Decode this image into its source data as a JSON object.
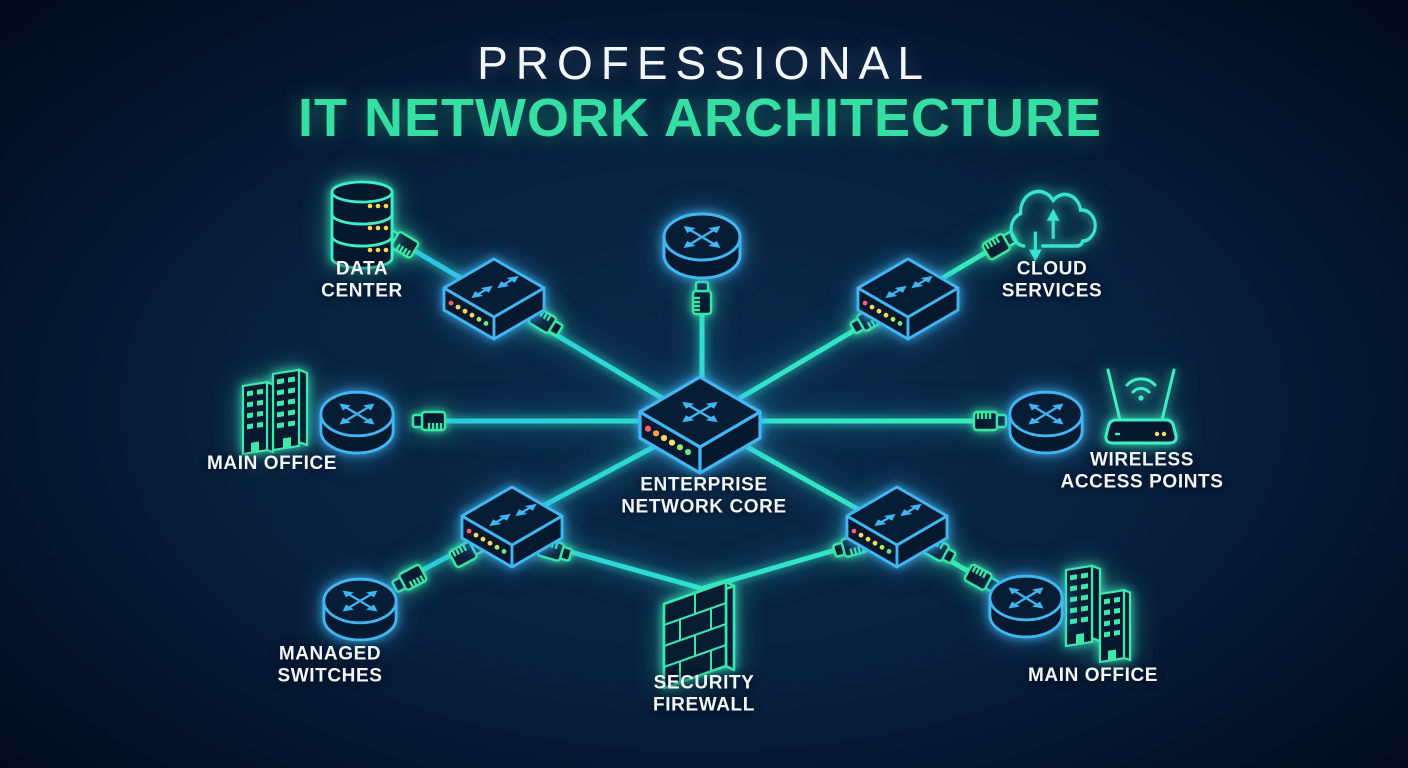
{
  "title": {
    "line1": "PROFESSIONAL",
    "line2": "IT NETWORK ARCHITECTURE"
  },
  "nodes": {
    "data_center": {
      "label": "DATA\nCENTER",
      "icon": "database-stack-icon"
    },
    "cloud_services": {
      "label": "CLOUD\nSERVICES",
      "icon": "cloud-sync-icon"
    },
    "main_office_left": {
      "label": "MAIN OFFICE",
      "icon": "office-buildings-icon"
    },
    "enterprise_core": {
      "label": "ENTERPRISE\nNETWORK CORE",
      "icon": "core-switch-icon"
    },
    "wireless_access_points": {
      "label": "WIRELESS\nACCESS POINTS",
      "icon": "wireless-access-point-icon"
    },
    "managed_switches": {
      "label": "MANAGED\nSWITCHES",
      "icon": "router-icon"
    },
    "security_firewall": {
      "label": "SECURITY\nFIREWALL",
      "icon": "brick-wall-icon"
    },
    "main_office_right": {
      "label": "MAIN OFFICE",
      "icon": "office-buildings-icon"
    }
  },
  "colors": {
    "background": "#041027",
    "title_accent": "#35dfa3",
    "title_white": "#f3f7fb",
    "device_blue": "#41b6f2",
    "device_teal": "#3deec6",
    "building_green": "#3fe9ac",
    "firewall_green": "#35e8b0",
    "connector_green": "#38e8a4",
    "cable_blue": "#27b4f0",
    "cable_teal": "#2fe0d0",
    "cable_green": "#3bf2a8",
    "led_red": "#ff5f6e",
    "led_amber": "#ffd95e",
    "led_green": "#6ee87f"
  }
}
